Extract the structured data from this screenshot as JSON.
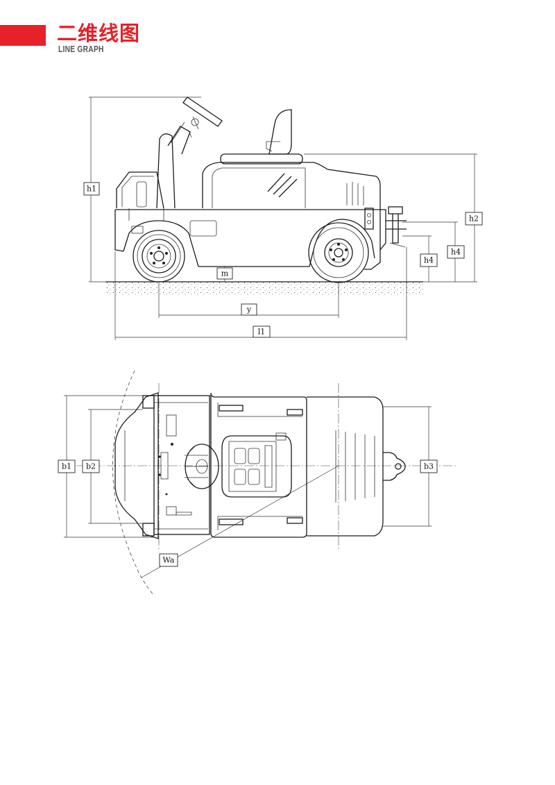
{
  "header": {
    "title_cn": "二维线图",
    "title_en": "LINE GRAPH",
    "accent_color": "#e62129"
  },
  "side_view": {
    "labels": {
      "h1": "h1",
      "h2": "h2",
      "h4a": "h4",
      "h4b": "h4",
      "m": "m",
      "y": "y",
      "l1": "l1"
    }
  },
  "top_view": {
    "labels": {
      "b1": "b1",
      "b2": "b2",
      "b3": "b3",
      "wa": "Wa"
    }
  }
}
